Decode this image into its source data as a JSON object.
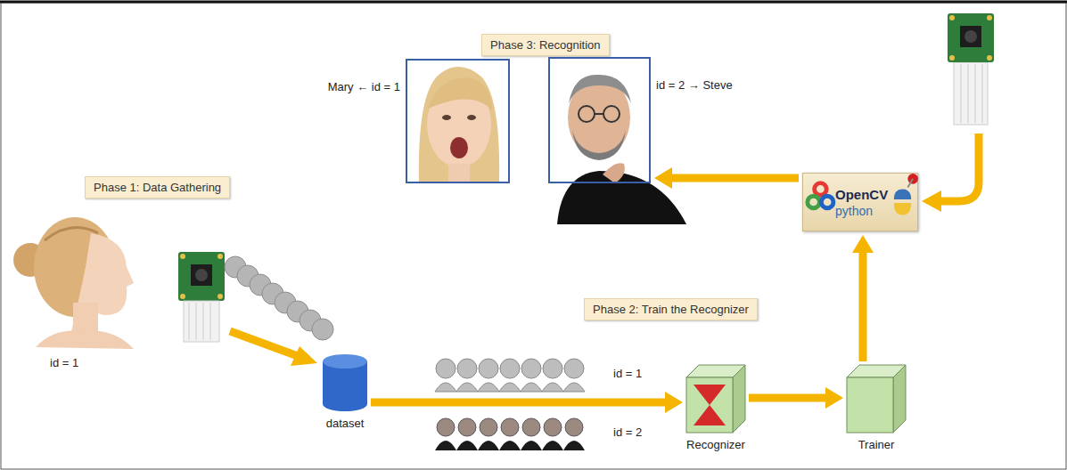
{
  "diagram": {
    "nodes": [
      {
        "text": [
          "Phase 3: Recognition"
        ]
      },
      {
        "text": [
          "Mary ← id = 1"
        ]
      },
      {
        "text": [
          "id = 2 → Steve"
        ]
      },
      {
        "text": [
          "Phase 1: Data Gathering"
        ]
      },
      {
        "text": [
          "OpenCV",
          "python"
        ]
      },
      {
        "text": [
          "Phase 2: Train the Recognizer"
        ]
      },
      {
        "text": [
          "dataset"
        ]
      },
      {
        "text": [
          "Recognizer"
        ]
      },
      {
        "text": [
          "Trainer"
        ]
      }
    ],
    "edges": [
      {
        "from": 6,
        "to": 7,
        "arrow": "to"
      },
      {
        "from": 7,
        "to": 8,
        "arrow": "to"
      },
      {
        "from": 8,
        "to": 4,
        "arrow": "to"
      },
      {
        "from": 4,
        "to": 2,
        "arrow": "to"
      }
    ],
    "labels": [
      "id = 1",
      "id = 1",
      "id = 2"
    ]
  }
}
